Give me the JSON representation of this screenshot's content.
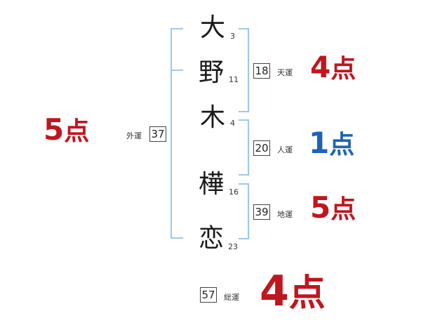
{
  "name_chars": [
    {
      "char": "大",
      "strokes": "3"
    },
    {
      "char": "野",
      "strokes": "11"
    },
    {
      "char": "木",
      "strokes": "4"
    },
    {
      "char": "樺",
      "strokes": "16"
    },
    {
      "char": "恋",
      "strokes": "23"
    }
  ],
  "gaiun": {
    "label": "外運",
    "value": "37",
    "score_num": "5",
    "score_unit": "点",
    "color": "#c0161f"
  },
  "tenun": {
    "label": "天運",
    "value": "18",
    "score_num": "4",
    "score_unit": "点",
    "color": "#c0161f"
  },
  "jinun": {
    "label": "人運",
    "value": "20",
    "score_num": "1",
    "score_unit": "点",
    "color": "#1f63b3"
  },
  "chiun": {
    "label": "地運",
    "value": "39",
    "score_num": "5",
    "score_unit": "点",
    "color": "#c0161f"
  },
  "souun": {
    "label": "総運",
    "value": "57",
    "score_num": "4",
    "score_unit": "点",
    "color": "#c0161f"
  },
  "bracket_color": "#9ec9e8"
}
